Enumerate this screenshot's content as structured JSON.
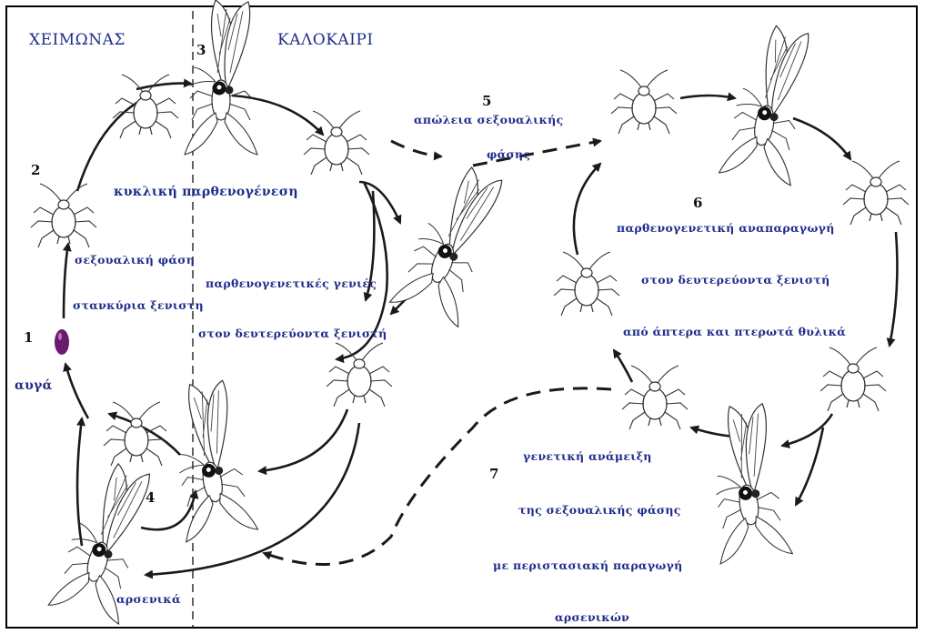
{
  "seasons": {
    "winter": "ΧΕΙΜΩΝΑΣ",
    "summer": "ΚΑΛΟΚΑΙΡΙ"
  },
  "step_numbers": [
    "1",
    "2",
    "3",
    "4",
    "5",
    "6",
    "7"
  ],
  "labels": {
    "eggs": "αυγά",
    "cyclic": "κυκλική παρθενογένεση",
    "sexual_phase": "σεξουαλική φάση",
    "primary_host": "στανκύρια ξενιστη",
    "parth_gen": "παρθενογενετικές γενιές",
    "secondary_host_1": "στον δευτερεύοντα ξενιστή",
    "loss_1": "απώλεια σεξουαλικής",
    "loss_2": "φάσης",
    "parth_repro": "παρθενογενετική αναπαραγωγή",
    "secondary_host_2": "στον δευτερεύοντα ξενιστή",
    "wingless": "από άπτερα και πτερωτά θυλικά",
    "genetic_1": "γενετική ανάμειξη",
    "genetic_2": "της σεξουαλικής φάσης",
    "genetic_3": "με περιστασιακή παραγωγή",
    "genetic_4": "αρσενικών",
    "males": "αρσενικά"
  },
  "colors": {
    "text": "#1f2d8a",
    "egg": "#6a1b6e",
    "lines": "#1a1a1a"
  },
  "icons": [
    "winged-aphid-icon",
    "wingless-aphid-icon",
    "egg-icon",
    "arrow-icon"
  ]
}
